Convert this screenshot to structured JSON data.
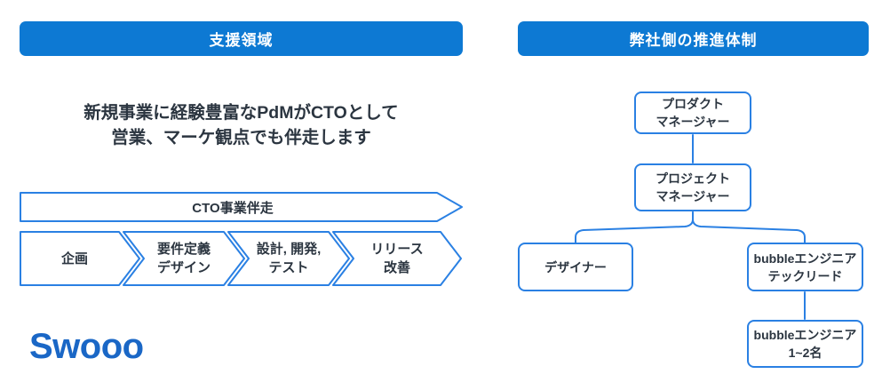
{
  "left_panel": {
    "header": "支援領域",
    "description_line1": "新規事業に経験豊富なPdMがCTOとして",
    "description_line2": "営業、マーケ観点でも伴走します",
    "top_arrow_label": "CTO事業伴走",
    "process_steps": [
      {
        "line1": "企画",
        "line2": ""
      },
      {
        "line1": "要件定義",
        "line2": "デザイン"
      },
      {
        "line1": "設計, 開発,",
        "line2": "テスト"
      },
      {
        "line1": "リリース",
        "line2": "改善"
      }
    ],
    "logo": "Swooo"
  },
  "right_panel": {
    "header": "弊社側の推進体制",
    "org_chart": {
      "nodes": [
        {
          "id": "product-manager",
          "line1": "プロダクト",
          "line2": "マネージャー"
        },
        {
          "id": "project-manager",
          "line1": "プロジェクト",
          "line2": "マネージャー"
        },
        {
          "id": "designer",
          "line1": "デザイナー",
          "line2": ""
        },
        {
          "id": "techlead",
          "line1": "bubbleエンジニア",
          "line2": "テックリード"
        },
        {
          "id": "engineers",
          "line1": "bubbleエンジニア",
          "line2": "1~2名"
        }
      ],
      "edges": [
        [
          "product-manager",
          "project-manager"
        ],
        [
          "project-manager",
          "designer"
        ],
        [
          "project-manager",
          "techlead"
        ],
        [
          "techlead",
          "engineers"
        ]
      ]
    }
  },
  "colors": {
    "header_blue": "#0d79d3",
    "line_blue": "#2a80e3",
    "text_dark": "#2b3540",
    "logo_blue": "#1a67c6"
  }
}
